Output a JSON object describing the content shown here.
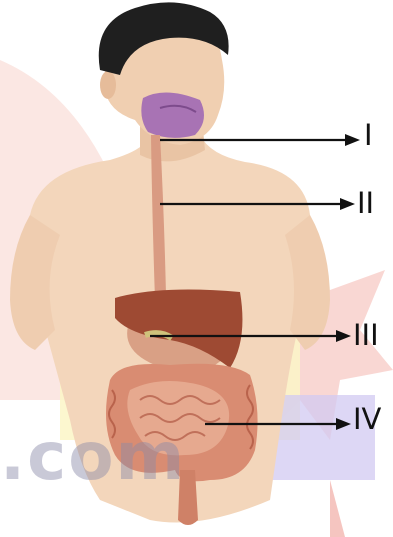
{
  "labels": {
    "i": "I",
    "ii": "II",
    "iii": "III",
    "iv": "IV"
  },
  "watermark": ".com",
  "colors": {
    "skin": "#f2d9bf",
    "liver": "#9a4632",
    "intestine": "#d9957a",
    "mouth": "#a06eb0",
    "hair": "#1c1c1c",
    "watermark_pink": "#f7c9c4",
    "watermark_yellow": "#fbf7c9",
    "watermark_purple": "#c8c0f0"
  }
}
